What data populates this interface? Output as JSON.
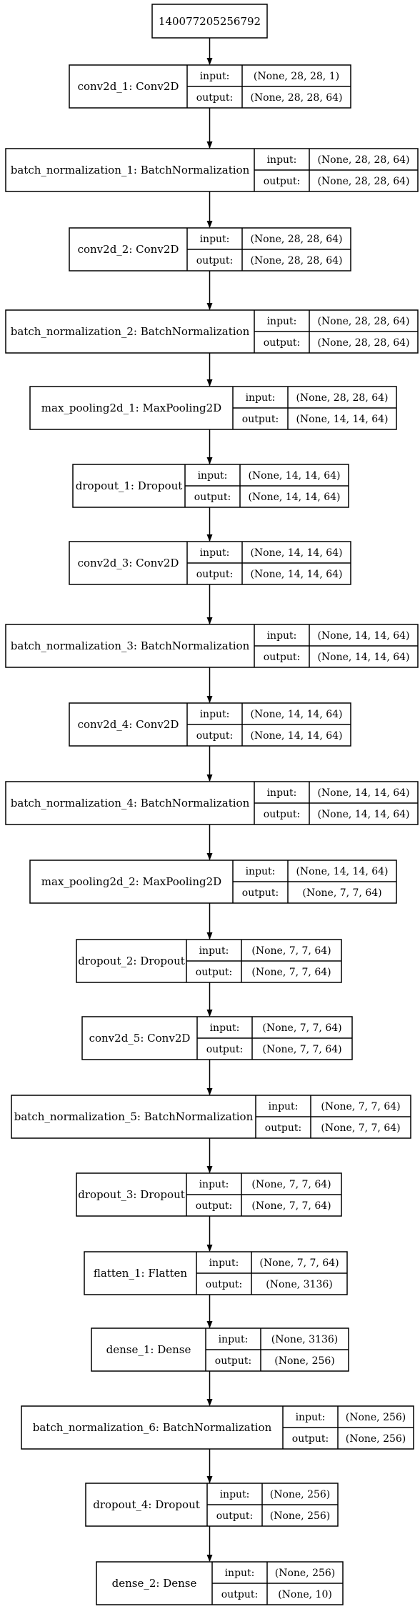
{
  "root": {
    "label": "140077205256792"
  },
  "layers": [
    {
      "name": "conv2d_1: Conv2D",
      "input": "(None, 28, 28, 1)",
      "output": "(None, 28, 28, 64)"
    },
    {
      "name": "batch_normalization_1: BatchNormalization",
      "input": "(None, 28, 28, 64)",
      "output": "(None, 28, 28, 64)"
    },
    {
      "name": "conv2d_2: Conv2D",
      "input": "(None, 28, 28, 64)",
      "output": "(None, 28, 28, 64)"
    },
    {
      "name": "batch_normalization_2: BatchNormalization",
      "input": "(None, 28, 28, 64)",
      "output": "(None, 28, 28, 64)"
    },
    {
      "name": "max_pooling2d_1: MaxPooling2D",
      "input": "(None, 28, 28, 64)",
      "output": "(None, 14, 14, 64)"
    },
    {
      "name": "dropout_1: Dropout",
      "input": "(None, 14, 14, 64)",
      "output": "(None, 14, 14, 64)"
    },
    {
      "name": "conv2d_3: Conv2D",
      "input": "(None, 14, 14, 64)",
      "output": "(None, 14, 14, 64)"
    },
    {
      "name": "batch_normalization_3: BatchNormalization",
      "input": "(None, 14, 14, 64)",
      "output": "(None, 14, 14, 64)"
    },
    {
      "name": "conv2d_4: Conv2D",
      "input": "(None, 14, 14, 64)",
      "output": "(None, 14, 14, 64)"
    },
    {
      "name": "batch_normalization_4: BatchNormalization",
      "input": "(None, 14, 14, 64)",
      "output": "(None, 14, 14, 64)"
    },
    {
      "name": "max_pooling2d_2: MaxPooling2D",
      "input": "(None, 14, 14, 64)",
      "output": "(None, 7, 7, 64)"
    },
    {
      "name": "dropout_2: Dropout",
      "input": "(None, 7, 7, 64)",
      "output": "(None, 7, 7, 64)"
    },
    {
      "name": "conv2d_5: Conv2D",
      "input": "(None, 7, 7, 64)",
      "output": "(None, 7, 7, 64)"
    },
    {
      "name": "batch_normalization_5: BatchNormalization",
      "input": "(None, 7, 7, 64)",
      "output": "(None, 7, 7, 64)"
    },
    {
      "name": "dropout_3: Dropout",
      "input": "(None, 7, 7, 64)",
      "output": "(None, 7, 7, 64)"
    },
    {
      "name": "flatten_1: Flatten",
      "input": "(None, 7, 7, 64)",
      "output": "(None, 3136)"
    },
    {
      "name": "dense_1: Dense",
      "input": "(None, 3136)",
      "output": "(None, 256)"
    },
    {
      "name": "batch_normalization_6: BatchNormalization",
      "input": "(None, 256)",
      "output": "(None, 256)"
    },
    {
      "name": "dropout_4: Dropout",
      "input": "(None, 256)",
      "output": "(None, 256)"
    },
    {
      "name": "dense_2: Dense",
      "input": "(None, 256)",
      "output": "(None, 10)"
    }
  ],
  "labels": {
    "input": "input:",
    "output": "output:"
  },
  "colors": {
    "stroke": "#000000",
    "background": "#ffffff"
  }
}
